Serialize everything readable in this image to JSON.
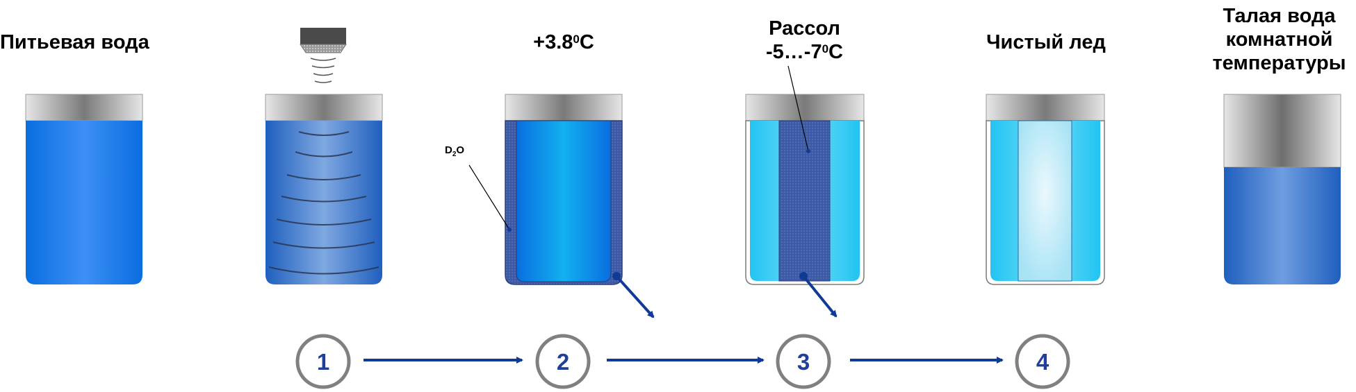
{
  "labels": {
    "drinking_water": "Питьевая вода",
    "temp_plus": "+3.8",
    "temp_plus_sup": "0",
    "temp_plus_unit": "C",
    "brine_title": "Рассол",
    "brine_temp": "-5…-7",
    "brine_temp_sup": "0",
    "brine_temp_unit": "C",
    "pure_ice": "Чистый лед",
    "melt_line1": "Талая вода",
    "melt_line2": "комнатной",
    "melt_line3": "температуры",
    "d2o_main": "D",
    "d2o_sub": "2",
    "d2o_end": "O"
  },
  "steps": [
    "1",
    "2",
    "3",
    "4"
  ],
  "colors": {
    "water_dark": "#0a6ee0",
    "water_light": "#3d8ff5",
    "ultrasound_water": "#5a8fd4",
    "ice_blue": "#33c9f2",
    "pure_ice_center": "#d3f1fb",
    "d2o_layer": "#3d5aa6",
    "arrow": "#0f3a96",
    "circle_stroke": "#808080"
  }
}
